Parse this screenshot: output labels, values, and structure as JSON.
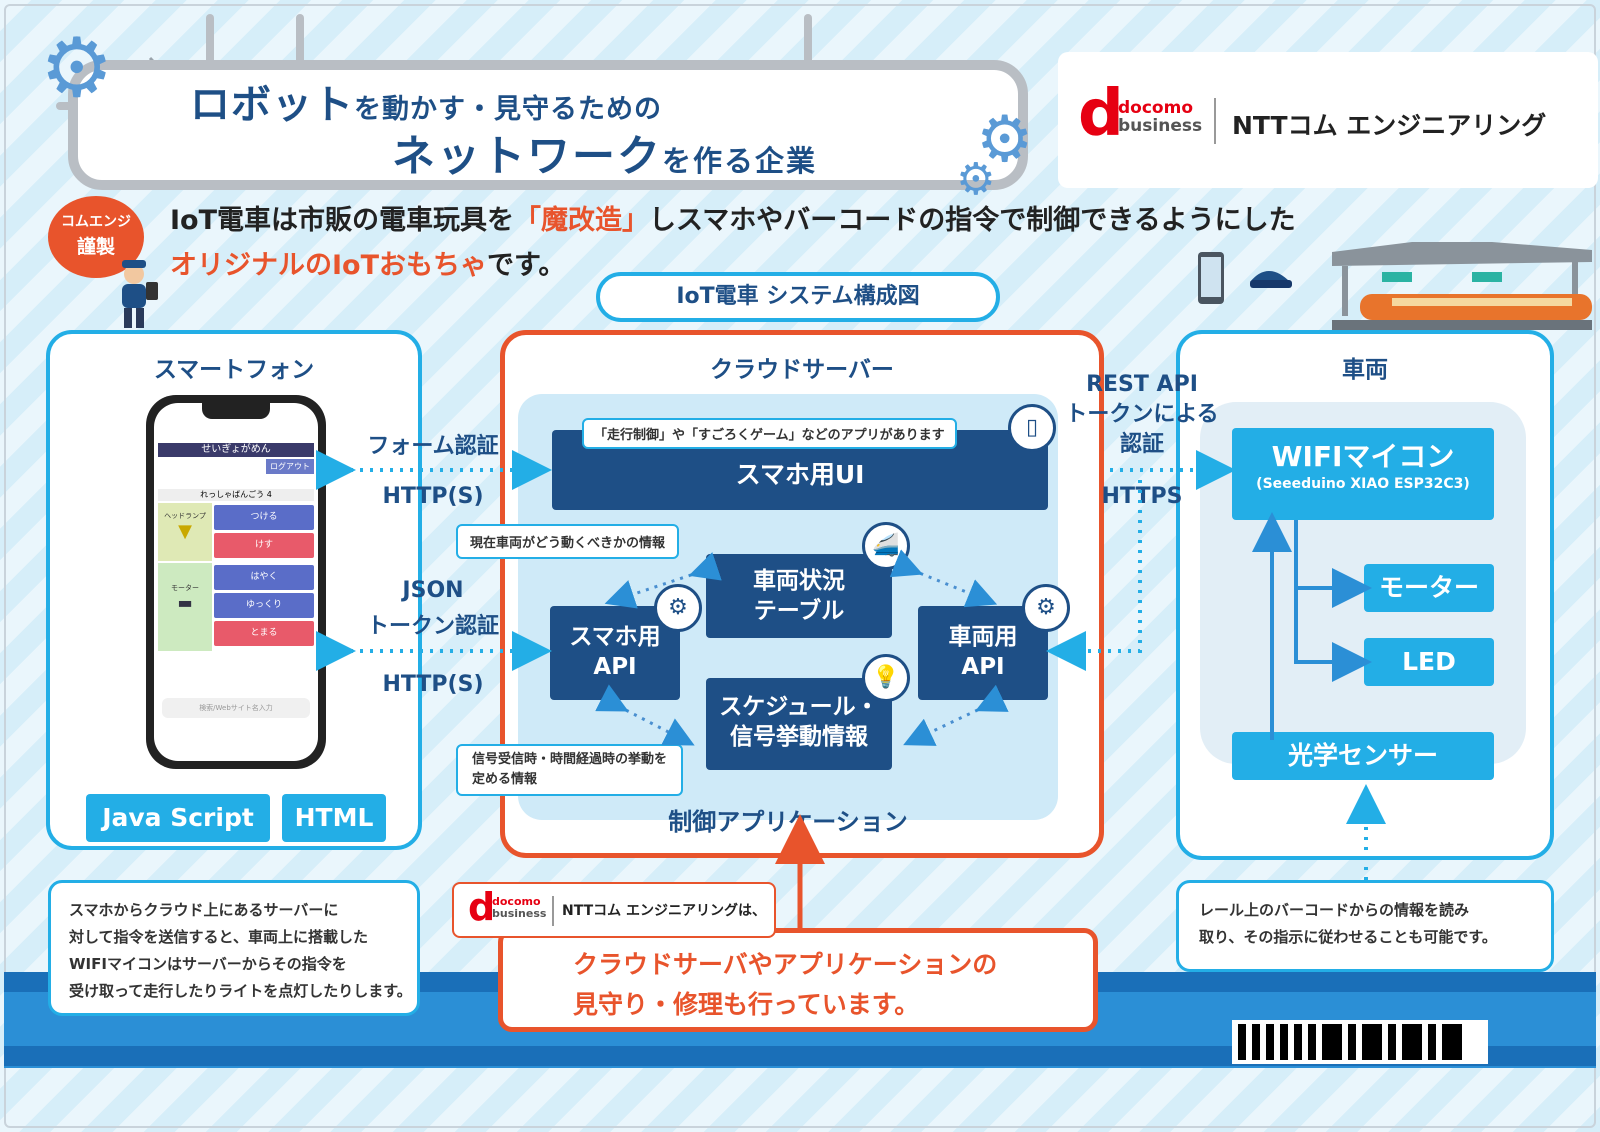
{
  "title": {
    "line1_big": "ロボット",
    "line1_small": "を動かす・見守るための",
    "line2_big": "ネットワーク",
    "line2_small": "を作る企業"
  },
  "logo": {
    "brand1": "docomo",
    "brand2": "business",
    "company": "NTTコム エンジニアリング"
  },
  "badge": {
    "line1": "コムエンジ",
    "line2": "謹製"
  },
  "intro": {
    "a": "IoT電車は市販の電車玩具を",
    "b": "「魔改造」",
    "c": "しスマホやバーコードの指令で制御できるようにした",
    "d": "オリジナルのIoTおもちゃ",
    "e": "です。"
  },
  "diagram_title": "IoT電車 システム構成図",
  "smartphone": {
    "title": "スマートフォン",
    "app_title": "せいぎょがめん",
    "logout": "ログアウト",
    "train": "れっしゃばんごう 4",
    "headlamp": "ヘッドランプ",
    "motor": "モーター",
    "buttons": [
      "つける",
      "けす",
      "はやく",
      "ゆっくり",
      "とまる"
    ],
    "search": "検索/Webサイト名入力",
    "tags": [
      "Java Script",
      "HTML"
    ]
  },
  "links": {
    "form_auth": "フォーム認証",
    "http1": "HTTP(S)",
    "json": "JSON",
    "token_auth": "トークン認証",
    "http2": "HTTP(S)",
    "rest_api": "REST API",
    "rest_token": "トークンによる",
    "rest_auth": "認証",
    "https": "HTTPS"
  },
  "cloud": {
    "title": "クラウドサーバー",
    "apps_callout": "「走行制御」や「すごろくゲーム」などのアプリがあります",
    "ui": "スマホ用UI",
    "state_callout": "現在車両がどう動くべきかの情報",
    "table": {
      "l1": "車両状況",
      "l2": "テーブル"
    },
    "phone_api": {
      "l1": "スマホ用",
      "l2": "API"
    },
    "vehicle_api": {
      "l1": "車両用",
      "l2": "API"
    },
    "schedule": {
      "l1": "スケジュール・",
      "l2": "信号挙動情報"
    },
    "signal_callout": {
      "l1": "信号受信時・時間経過時の挙動を",
      "l2": "定める情報"
    },
    "control_app": "制御アプリケーション"
  },
  "vehicle": {
    "title": "車両",
    "wifi": "WIFIマイコン",
    "wifi_sub": "(Seeeduino XIAO ESP32C3)",
    "motor": "モーター",
    "led": "LED",
    "sensor": "光学センサー"
  },
  "notes": {
    "left": [
      "スマホからクラウド上にあるサーバーに",
      "対して指令を送信すると、車両上に搭載した",
      "WIFIマイコンはサーバーからその指令を",
      "受け取って走行したりライトを点灯したりします。"
    ],
    "right": [
      "レール上のバーコードからの情報を読み",
      "取り、その指示に従わせることも可能です。"
    ]
  },
  "footer": {
    "company_suffix": "NTTコム エンジニアリングは、",
    "l1": "クラウドサーバやアプリケーションの",
    "l2": "見守り・修理も行っています。"
  },
  "colors": {
    "navy": "#1e4f86",
    "cyan": "#23aee6",
    "red": "#e8542c",
    "brand_red": "#e60012"
  }
}
